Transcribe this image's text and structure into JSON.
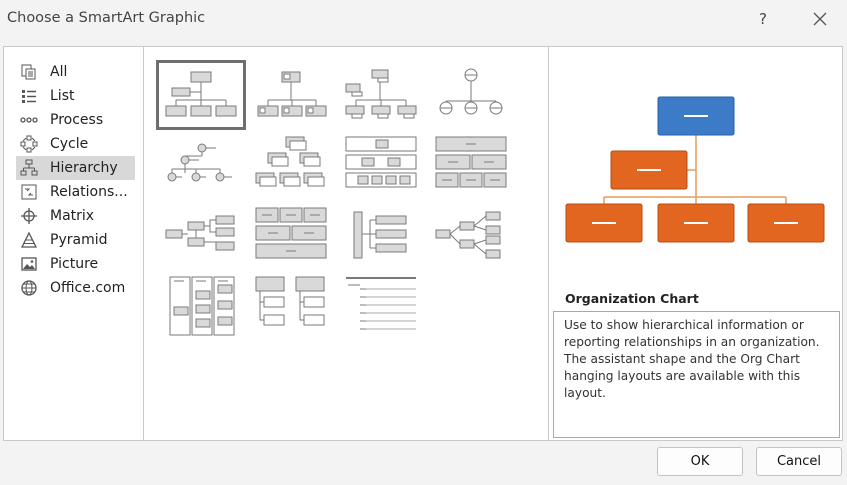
{
  "window": {
    "title": "Choose a SmartArt Graphic",
    "help_label": "?"
  },
  "sidebar": {
    "items": [
      {
        "label": "All",
        "icon": "all-icon"
      },
      {
        "label": "List",
        "icon": "list-icon"
      },
      {
        "label": "Process",
        "icon": "process-icon"
      },
      {
        "label": "Cycle",
        "icon": "cycle-icon"
      },
      {
        "label": "Hierarchy",
        "icon": "hierarchy-icon",
        "selected": true
      },
      {
        "label": "Relations...",
        "icon": "relationship-icon"
      },
      {
        "label": "Matrix",
        "icon": "matrix-icon"
      },
      {
        "label": "Pyramid",
        "icon": "pyramid-icon"
      },
      {
        "label": "Picture",
        "icon": "picture-icon"
      },
      {
        "label": "Office.com",
        "icon": "globe-icon"
      }
    ]
  },
  "gallery": {
    "selected_index": 0,
    "count": 15
  },
  "preview": {
    "title": "Organization Chart",
    "description": "Use to show hierarchical information or reporting relationships in an organization. The assistant shape and the Org Chart hanging layouts are available with this layout.",
    "colors": {
      "top_box": "#3b7bc8",
      "child_box": "#e2661f",
      "connector": "#e69b5c"
    }
  },
  "buttons": {
    "ok_label": "OK",
    "cancel_label": "Cancel"
  }
}
